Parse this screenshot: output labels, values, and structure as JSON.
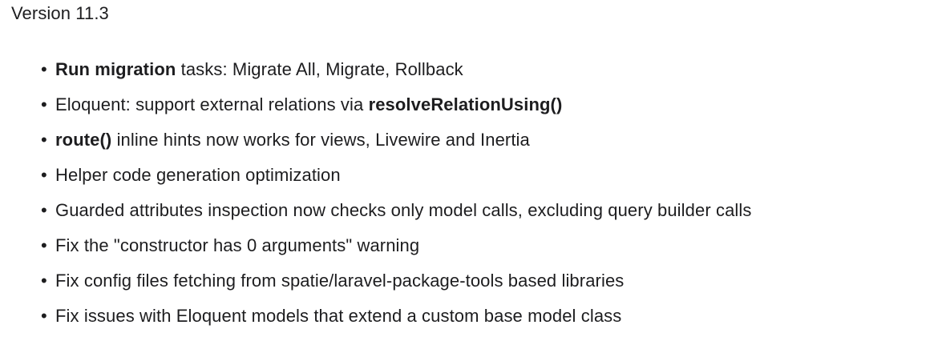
{
  "colors": {
    "background": "#ffffff",
    "text": "#1d1d1f"
  },
  "header": {
    "title": "Version 11.3"
  },
  "changelog": {
    "bullet_glyph": "•",
    "items": [
      {
        "segments": [
          {
            "text": "Run migration",
            "bold": true
          },
          {
            "text": " tasks: Migrate All, Migrate, Rollback",
            "bold": false
          }
        ]
      },
      {
        "segments": [
          {
            "text": "Eloquent: support external relations via ",
            "bold": false
          },
          {
            "text": "resolveRelationUsing()",
            "bold": true
          }
        ]
      },
      {
        "segments": [
          {
            "text": "route()",
            "bold": true
          },
          {
            "text": " inline hints now works for views, Livewire and Inertia",
            "bold": false
          }
        ]
      },
      {
        "segments": [
          {
            "text": "Helper code generation optimization",
            "bold": false
          }
        ]
      },
      {
        "segments": [
          {
            "text": "Guarded attributes inspection now checks only model calls, excluding query builder calls",
            "bold": false
          }
        ]
      },
      {
        "segments": [
          {
            "text": "Fix the \"constructor has 0 arguments\" warning",
            "bold": false
          }
        ]
      },
      {
        "segments": [
          {
            "text": "Fix config files fetching from spatie/laravel-package-tools based libraries",
            "bold": false
          }
        ]
      },
      {
        "segments": [
          {
            "text": "Fix issues with Eloquent models that extend a custom base model class",
            "bold": false
          }
        ]
      }
    ]
  }
}
